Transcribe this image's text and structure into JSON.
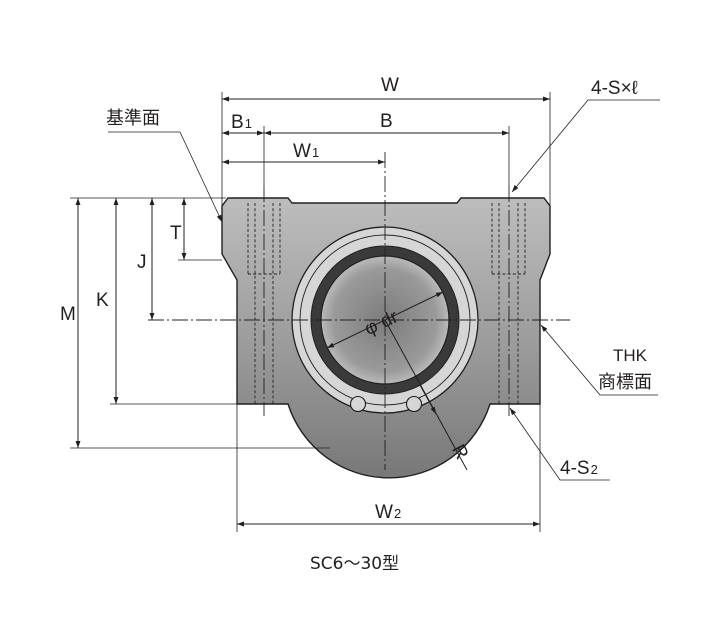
{
  "drawing": {
    "labels": {
      "W": "W",
      "B1": "B",
      "B1_sub": "1",
      "B": "B",
      "W1": "W",
      "W1_sub": "1",
      "W2": "W",
      "W2_sub": "2",
      "T": "T",
      "J": "J",
      "K": "K",
      "M": "M",
      "R": "R",
      "dr": "φ dr",
      "reference_face": "基準面",
      "thk_mark": "THK",
      "brand_face": "商標面",
      "tap_holes": "4-S×ℓ",
      "through_holes": "4-S",
      "through_holes_sub": "2"
    },
    "caption": "SC6～30型"
  }
}
